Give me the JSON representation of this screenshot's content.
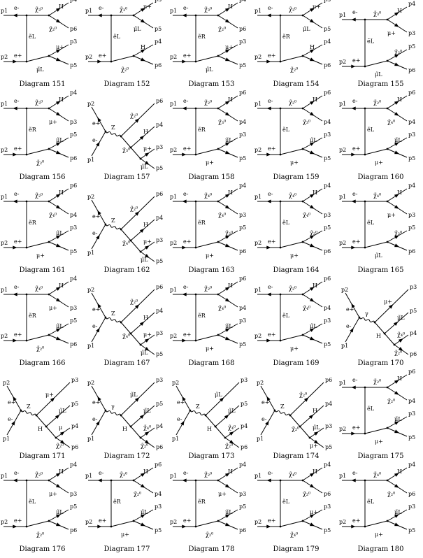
{
  "diagrams": [
    {
      "caption": "Diagram 151",
      "layout": "tc",
      "labels": {
        "e_top": "e-",
        "e_bot": "e+",
        "prop_v": "ẽL",
        "top_a": "χ̃₃⁰",
        "top_b": "H",
        "top_c": "χ̃₂⁰",
        "bot_a": "μ̃L",
        "bot_b": "μ+",
        "p_in1": "p1",
        "p_in2": "p2",
        "outs": [
          "p4",
          "p6",
          "p3",
          "p5"
        ]
      }
    },
    {
      "caption": "Diagram 152",
      "layout": "tc",
      "labels": {
        "e_top": "e-",
        "e_bot": "e+",
        "prop_v": "ẽL",
        "top_a": "χ̃₃⁰",
        "top_b": "μ+",
        "top_c": "μ̃L",
        "bot_a": "χ̃₂⁰",
        "bot_b": "H",
        "p_in1": "p1",
        "p_in2": "p2",
        "outs": [
          "p3",
          "p5",
          "p4",
          "p6"
        ]
      }
    },
    {
      "caption": "Diagram 153",
      "layout": "tc",
      "labels": {
        "e_top": "e-",
        "e_bot": "e+",
        "prop_v": "ẽR",
        "top_a": "χ̃₃⁰",
        "top_b": "H",
        "top_c": "χ̃₂⁰",
        "bot_a": "μ̃L",
        "bot_b": "μ+",
        "p_in1": "p1",
        "p_in2": "p2",
        "outs": [
          "p4",
          "p6",
          "p3",
          "p5"
        ]
      }
    },
    {
      "caption": "Diagram 154",
      "layout": "tc",
      "labels": {
        "e_top": "e-",
        "e_bot": "e+",
        "prop_v": "ẽR",
        "top_a": "χ̃₃⁰",
        "top_b": "μ+",
        "top_c": "μ̃L",
        "bot_a": "χ̃₂⁰",
        "bot_b": "H",
        "p_in1": "p1",
        "p_in2": "p2",
        "outs": [
          "p3",
          "p5",
          "p4",
          "p6"
        ]
      }
    },
    {
      "caption": "Diagram 155",
      "layout": "tc2",
      "labels": {
        "e_top": "e-",
        "e_bot": "e+",
        "prop_v": "ẽL",
        "top_a": "χ̃₃⁰",
        "top_b": "H",
        "top_c": "μ+",
        "bot_a": "μ̃L",
        "bot_b": "χ̃₂⁰",
        "p_in1": "p1",
        "p_in2": "p2",
        "outs": [
          "p4",
          "p3",
          "p5",
          "p6"
        ]
      }
    },
    {
      "caption": "Diagram 156",
      "layout": "tc",
      "labels": {
        "e_top": "e-",
        "e_bot": "e+",
        "prop_v": "ẽR",
        "top_a": "χ̃₃⁰",
        "top_b": "H",
        "top_c": "μ+",
        "bot_a": "χ̃₂⁰",
        "bot_b": "μ̃L",
        "p_in1": "p1",
        "p_in2": "p2",
        "outs": [
          "p4",
          "p3",
          "p5",
          "p6"
        ]
      }
    },
    {
      "caption": "Diagram 157",
      "layout": "sc",
      "labels": {
        "e_top": "e+",
        "e_bot": "e-",
        "prop_v": "Z",
        "top_a": "χ̃₂⁰",
        "top_b": "H",
        "top_c": "χ̃₃⁰",
        "bot_a": "μ+",
        "bot_b": "μ̃L",
        "p_in1": "p2",
        "p_in2": "p1",
        "outs": [
          "p6",
          "p4",
          "p3",
          "p5"
        ]
      }
    },
    {
      "caption": "Diagram 158",
      "layout": "tc",
      "labels": {
        "e_top": "e-",
        "e_bot": "e+",
        "prop_v": "ẽR",
        "top_a": "χ̃₂⁰",
        "top_b": "H",
        "top_c": "χ̃₃⁰",
        "bot_a": "μ+",
        "bot_b": "μ̃L",
        "p_in1": "p1",
        "p_in2": "p2",
        "outs": [
          "p6",
          "p4",
          "p3",
          "p5"
        ]
      }
    },
    {
      "caption": "Diagram 159",
      "layout": "tc",
      "labels": {
        "e_top": "e-",
        "e_bot": "e+",
        "prop_v": "ẽL",
        "top_a": "χ̃₂⁰",
        "top_b": "H",
        "top_c": "χ̃₃⁰",
        "bot_a": "μ+",
        "bot_b": "μ̃L",
        "p_in1": "p1",
        "p_in2": "p2",
        "outs": [
          "p6",
          "p4",
          "p3",
          "p5"
        ]
      }
    },
    {
      "caption": "Diagram 160",
      "layout": "tc",
      "labels": {
        "e_top": "e-",
        "e_bot": "e+",
        "prop_v": "ẽL",
        "top_a": "χ̃₂⁰",
        "top_b": "H",
        "top_c": "χ̃₄⁰",
        "bot_a": "μ+",
        "bot_b": "μ̃L",
        "p_in1": "p1",
        "p_in2": "p2",
        "outs": [
          "p6",
          "p4",
          "p3",
          "p5"
        ]
      }
    },
    {
      "caption": "Diagram 161",
      "layout": "tc",
      "labels": {
        "e_top": "e-",
        "e_bot": "e+",
        "prop_v": "ẽR",
        "top_a": "χ̃₂⁰",
        "top_b": "H",
        "top_c": "χ̃₄⁰",
        "bot_a": "μ+",
        "bot_b": "μ̃L",
        "p_in1": "p1",
        "p_in2": "p2",
        "outs": [
          "p6",
          "p4",
          "p3",
          "p5"
        ]
      }
    },
    {
      "caption": "Diagram 162",
      "layout": "sc",
      "labels": {
        "e_top": "e+",
        "e_bot": "e-",
        "prop_v": "Z",
        "top_a": "χ̃₂⁰",
        "top_b": "H",
        "top_c": "χ̃₄⁰",
        "bot_a": "μ+",
        "bot_b": "μ̃L",
        "p_in1": "p2",
        "p_in2": "p1",
        "outs": [
          "p6",
          "p4",
          "p3",
          "p5"
        ]
      }
    },
    {
      "caption": "Diagram 163",
      "layout": "tc",
      "labels": {
        "e_top": "e-",
        "e_bot": "e+",
        "prop_v": "ẽR",
        "top_a": "χ̃₄⁰",
        "top_b": "H",
        "top_c": "χ̃₄⁰",
        "bot_a": "μ+",
        "bot_b": "χ̃₂⁰",
        "p_in1": "p1",
        "p_in2": "p2",
        "outs": [
          "p4",
          "p3",
          "p5",
          "p6"
        ]
      }
    },
    {
      "caption": "Diagram 164",
      "layout": "tc",
      "labels": {
        "e_top": "e-",
        "e_bot": "e+",
        "prop_v": "ẽL",
        "top_a": "χ̃₄⁰",
        "top_b": "H",
        "top_c": "χ̃₄⁰",
        "bot_a": "μ+",
        "bot_b": "χ̃₂⁰",
        "p_in1": "p1",
        "p_in2": "p2",
        "outs": [
          "p4",
          "p3",
          "p5",
          "p6"
        ]
      }
    },
    {
      "caption": "Diagram 165",
      "layout": "tc",
      "labels": {
        "e_top": "e-",
        "e_bot": "e+",
        "prop_v": "ẽL",
        "top_a": "χ̃₄⁰",
        "top_b": "H",
        "top_c": "μ+",
        "bot_a": "μ̃L",
        "bot_b": "χ̃₂⁰",
        "p_in1": "p1",
        "p_in2": "p2",
        "outs": [
          "p4",
          "p3",
          "p5",
          "p6"
        ]
      }
    },
    {
      "caption": "Diagram 166",
      "layout": "tc",
      "labels": {
        "e_top": "e-",
        "e_bot": "e+",
        "prop_v": "ẽR",
        "top_a": "χ̃₄⁰",
        "top_b": "H",
        "top_c": "μ+",
        "bot_a": "χ̃₂⁰",
        "bot_b": "μ̃L",
        "p_in1": "p1",
        "p_in2": "p2",
        "outs": [
          "p4",
          "p3",
          "p5",
          "p6"
        ]
      }
    },
    {
      "caption": "Diagram 167",
      "layout": "sc",
      "labels": {
        "e_top": "e+",
        "e_bot": "e-",
        "prop_v": "Z",
        "top_a": "χ̃₂⁰",
        "top_b": "H",
        "top_c": "χ̃₄⁰",
        "bot_a": "μ+",
        "bot_b": "μ̃L",
        "p_in1": "p2",
        "p_in2": "p1",
        "outs": [
          "p6",
          "p4",
          "p3",
          "p5"
        ]
      }
    },
    {
      "caption": "Diagram 168",
      "layout": "tc",
      "labels": {
        "e_top": "e-",
        "e_bot": "e+",
        "prop_v": "ẽR",
        "top_a": "χ̃₂⁰",
        "top_b": "H",
        "top_c": "χ̃₄⁰",
        "bot_a": "μ+",
        "bot_b": "μ̃L",
        "p_in1": "p1",
        "p_in2": "p2",
        "outs": [
          "p6",
          "p4",
          "p3",
          "p5"
        ]
      }
    },
    {
      "caption": "Diagram 169",
      "layout": "tc",
      "labels": {
        "e_top": "e-",
        "e_bot": "e+",
        "prop_v": "ẽL",
        "top_a": "χ̃₂⁰",
        "top_b": "H",
        "top_c": "χ̃₄⁰",
        "bot_a": "μ+",
        "bot_b": "μ̃L",
        "p_in1": "p1",
        "p_in2": "p2",
        "outs": [
          "p6",
          "p4",
          "p3",
          "p5"
        ]
      }
    },
    {
      "caption": "Diagram 170",
      "layout": "sc",
      "labels": {
        "e_top": "e+",
        "e_bot": "e-",
        "prop_v": "γ",
        "top_a": "μ+",
        "top_b": "μ̃L",
        "top_c": "H",
        "bot_a": "χ̃₄⁰",
        "bot_b": "χ̃₂⁰",
        "p_in1": "p2",
        "p_in2": "p1",
        "outs": [
          "p3",
          "p5",
          "p4",
          "p6"
        ]
      }
    },
    {
      "caption": "Diagram 171",
      "layout": "sc",
      "labels": {
        "e_top": "e+",
        "e_bot": "e-",
        "prop_v": "Z",
        "top_a": "μ+",
        "top_b": "μ̃L",
        "top_c": "H",
        "bot_a": "μ",
        "bot_b": "χ̃₂⁰",
        "p_in1": "p2",
        "p_in2": "p1",
        "outs": [
          "p3",
          "p5",
          "p4",
          "p6"
        ]
      }
    },
    {
      "caption": "Diagram 172",
      "layout": "sc",
      "labels": {
        "e_top": "e+",
        "e_bot": "e-",
        "prop_v": "γ",
        "top_a": "μ̃L",
        "top_b": "μ̃L",
        "top_c": "H",
        "bot_a": "χ̃₄⁰",
        "bot_b": "χ̃₂⁰",
        "p_in1": "p2",
        "p_in2": "p1",
        "outs": [
          "p3",
          "p5",
          "p4",
          "p6"
        ]
      }
    },
    {
      "caption": "Diagram 173",
      "layout": "sc",
      "labels": {
        "e_top": "e+",
        "e_bot": "e-",
        "prop_v": "Z",
        "top_a": "μ̃L",
        "top_b": "μ̃L",
        "top_c": "H",
        "bot_a": "χ̃₄⁰",
        "bot_b": "χ̃₂⁰",
        "p_in1": "p2",
        "p_in2": "p1",
        "outs": [
          "p3",
          "p5",
          "p4",
          "p6"
        ]
      }
    },
    {
      "caption": "Diagram 174",
      "layout": "sc",
      "labels": {
        "e_top": "e+",
        "e_bot": "e-",
        "prop_v": "Z",
        "top_a": "χ̃₂⁰",
        "top_b": "H",
        "top_c": "χ̃₂⁰",
        "bot_a": "μ̃L",
        "bot_b": "μ+",
        "p_in1": "p2",
        "p_in2": "p1",
        "outs": [
          "p6",
          "p4",
          "p3",
          "p5"
        ]
      }
    },
    {
      "caption": "Diagram 175",
      "layout": "tc",
      "labels": {
        "e_top": "e-",
        "e_bot": "e+",
        "prop_v": "ẽL",
        "top_a": "χ̃₂⁰",
        "top_b": "H",
        "top_c": "χ̃₂⁰",
        "bot_a": "μ+",
        "bot_b": "μ̃L",
        "p_in1": "p1",
        "p_in2": "p2",
        "outs": [
          "p6",
          "p4",
          "p3",
          "p5"
        ]
      }
    },
    {
      "caption": "Diagram 176",
      "layout": "tc",
      "labels": {
        "e_top": "e-",
        "e_bot": "e+",
        "prop_v": "ẽL",
        "top_a": "χ̃₂⁰",
        "top_b": "H",
        "top_c": "μ+",
        "bot_a": "χ̃₂⁰",
        "bot_b": "μ̃L",
        "p_in1": "p1",
        "p_in2": "p2",
        "outs": [
          "p4",
          "p3",
          "p5",
          "p6"
        ]
      }
    },
    {
      "caption": "Diagram 177",
      "layout": "tc",
      "labels": {
        "e_top": "e-",
        "e_bot": "e+",
        "prop_v": "ẽR",
        "top_a": "χ̃₂⁰",
        "top_b": "H",
        "top_c": "χ̃₂⁰",
        "bot_a": "μ+",
        "bot_b": "μ̃L",
        "p_in1": "p1",
        "p_in2": "p2",
        "outs": [
          "p6",
          "p4",
          "p3",
          "p5"
        ]
      }
    },
    {
      "caption": "Diagram 178",
      "layout": "tc",
      "labels": {
        "e_top": "e-",
        "e_bot": "e+",
        "prop_v": "ẽR",
        "top_a": "χ̃₂⁰",
        "top_b": "H",
        "top_c": "μ+",
        "bot_a": "χ̃₂⁰",
        "bot_b": "μ̃L",
        "p_in1": "p1",
        "p_in2": "p2",
        "outs": [
          "p4",
          "p3",
          "p5",
          "p6"
        ]
      }
    },
    {
      "caption": "Diagram 179",
      "layout": "tc",
      "labels": {
        "e_top": "e-",
        "e_bot": "e+",
        "prop_v": "ẽL",
        "top_a": "χ̃₄⁰",
        "top_b": "H",
        "top_c": "χ̃₂⁰",
        "bot_a": "χ̃₄⁰",
        "bot_b": "μ+",
        "p_in1": "p1",
        "p_in2": "p2",
        "outs": [
          "p4",
          "p6",
          "p3",
          "p5"
        ]
      }
    },
    {
      "caption": "Diagram 180",
      "layout": "tc",
      "labels": {
        "e_top": "e-",
        "e_bot": "e+",
        "prop_v": "ẽL",
        "top_a": "χ̃₄⁰",
        "top_b": "H",
        "top_c": "χ̃₂⁰",
        "bot_a": "μ+",
        "bot_b": "μ̃L",
        "p_in1": "p1",
        "p_in2": "p2",
        "outs": [
          "p4",
          "p6",
          "p3",
          "p5"
        ]
      }
    }
  ]
}
